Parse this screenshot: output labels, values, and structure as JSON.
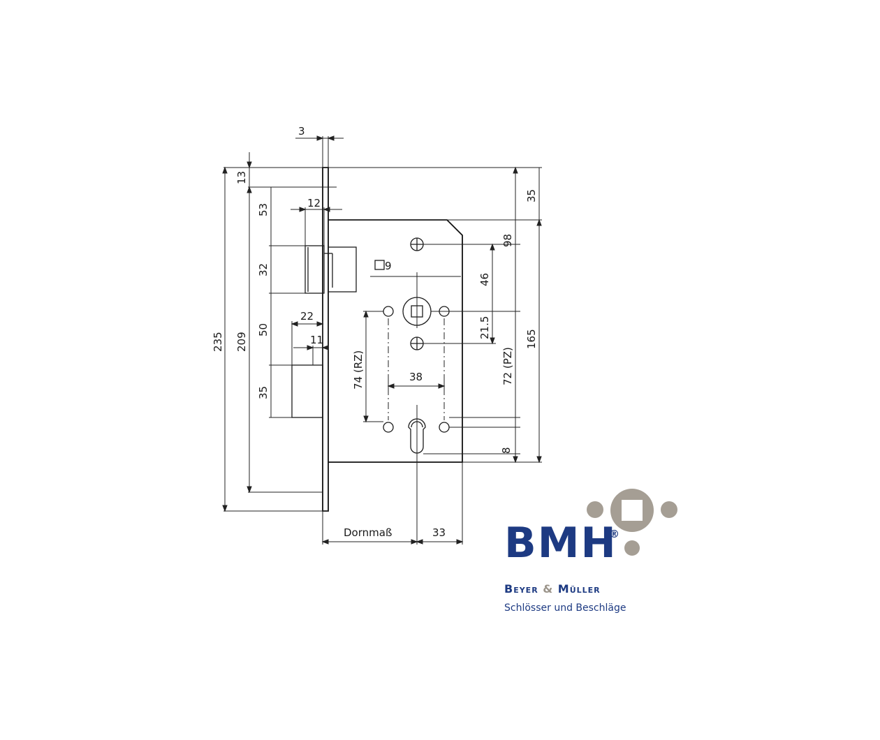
{
  "drawing": {
    "dimensions": {
      "faceplate_thickness": "3",
      "top_offset": "13",
      "case_top_offset": "35",
      "latch_offset": "53",
      "latch_width": "12",
      "latch_height": "32",
      "gap_latch_bolt": "50",
      "bolt_projection": "22",
      "bolt_width": "11",
      "bolt_height": "35",
      "faceplate_length": "235",
      "screw_spacing": "209",
      "spindle_square": "9",
      "screw_top": "98",
      "spindle_dist": "46",
      "spindle_hole": "21.5",
      "case_height": "165",
      "rz_distance": "74 (RZ)",
      "pz_distance": "72 (PZ)",
      "screw_spacing_horizontal": "38",
      "bottom_offset": "8",
      "backset_label": "Dornmaß",
      "case_edge": "33"
    }
  },
  "logo": {
    "brand": "BMH",
    "registered": "®",
    "company_part1": "Beyer",
    "company_amp": "&",
    "company_part2": "Müller",
    "tagline": "Schlösser und Beschläge",
    "colors": {
      "primary": "#1d3a82",
      "secondary": "#a59e94"
    }
  }
}
